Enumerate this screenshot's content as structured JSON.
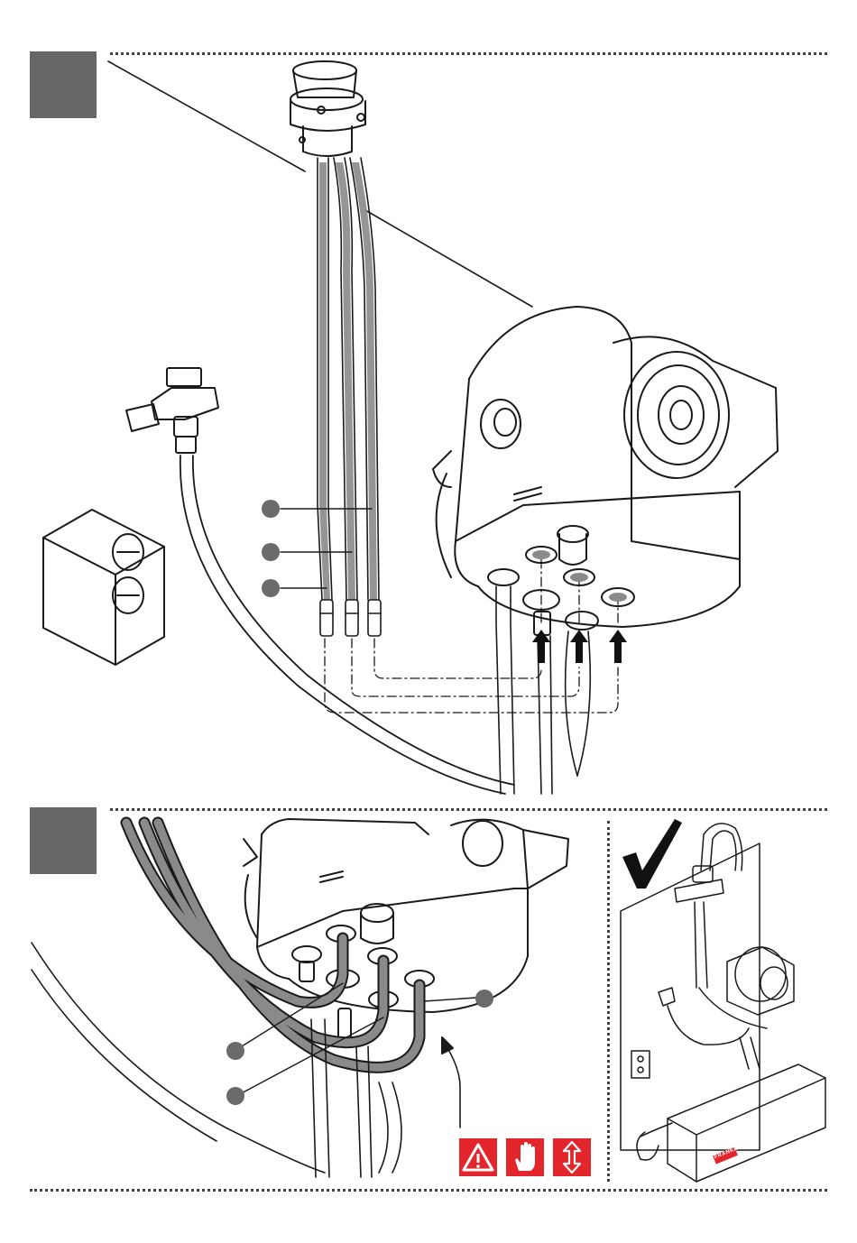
{
  "steps": [
    {
      "id": "step-1",
      "marker_color": "#666666"
    },
    {
      "id": "step-2",
      "marker_color": "#666666"
    }
  ],
  "callouts": {
    "step1": [
      "hose-callout-a",
      "hose-callout-b",
      "hose-callout-c"
    ],
    "step2": [
      "hose-callout-d",
      "hose-callout-e",
      "hose-callout-f"
    ]
  },
  "warning_icons": [
    "warning-triangle-icon",
    "hand-stop-icon",
    "vertical-movement-icon"
  ],
  "check_icon": "checkmark-icon",
  "brand_label": "FRANKE",
  "colors": {
    "warning_red": "#e3262b",
    "step_marker": "#666666",
    "hose_gray": "#8a8a8a",
    "line": "#1a1a1a"
  }
}
